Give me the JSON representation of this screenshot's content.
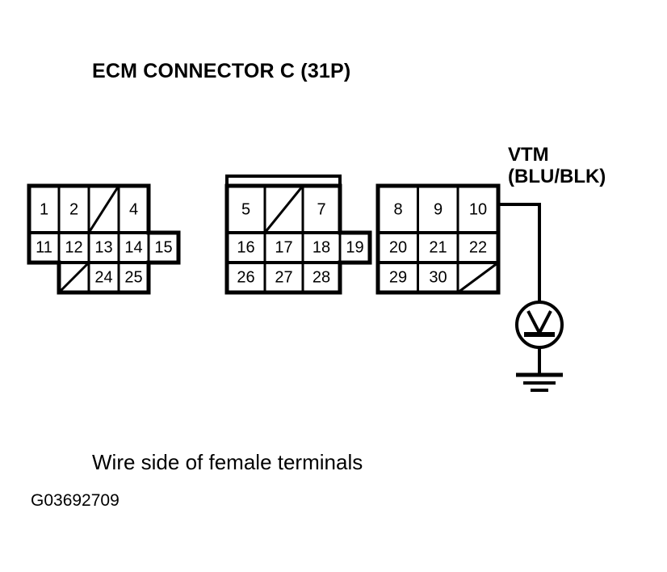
{
  "title": "ECM CONNECTOR C (31P)",
  "caption": "Wire side of female terminals",
  "figure_id": "G03692709",
  "colors": {
    "line": "#000000",
    "background": "#ffffff",
    "text": "#000000"
  },
  "probe": {
    "label_line1": "VTM",
    "label_line2": "(BLU/BLK)",
    "wire_color_code": "BLU/BLK",
    "meter_symbol": "V",
    "meter_type": "voltmeter",
    "ground_symbol": "earth-ground",
    "connected_terminal": "10"
  },
  "connector": {
    "name": "ECM CONNECTOR C",
    "pin_count": "31P",
    "view": "Wire side of female terminals",
    "blocks": [
      {
        "id": "left-block",
        "rows": [
          {
            "id": "top",
            "cells": [
              "1",
              "2",
              "",
              "4"
            ],
            "blank_flags": [
              false,
              false,
              true,
              false
            ]
          },
          {
            "id": "middle",
            "cells": [
              "11",
              "12",
              "13",
              "14",
              "15"
            ],
            "blank_flags": [
              false,
              false,
              false,
              false,
              false
            ]
          },
          {
            "id": "bottom",
            "cells": [
              "",
              "24",
              "25"
            ],
            "blank_flags": [
              true,
              false,
              false
            ]
          }
        ]
      },
      {
        "id": "middle-block",
        "rows": [
          {
            "id": "top",
            "cells": [
              "5",
              "",
              "7"
            ],
            "blank_flags": [
              false,
              true,
              false
            ]
          },
          {
            "id": "middle",
            "cells": [
              "16",
              "17",
              "18",
              "19"
            ],
            "blank_flags": [
              false,
              false,
              false,
              false
            ]
          },
          {
            "id": "bottom",
            "cells": [
              "26",
              "27",
              "28"
            ],
            "blank_flags": [
              false,
              false,
              false
            ]
          }
        ]
      },
      {
        "id": "right-block",
        "rows": [
          {
            "id": "top",
            "cells": [
              "8",
              "9",
              "10"
            ],
            "blank_flags": [
              false,
              false,
              false
            ]
          },
          {
            "id": "middle",
            "cells": [
              "20",
              "21",
              "22"
            ],
            "blank_flags": [
              false,
              false,
              false
            ]
          },
          {
            "id": "bottom",
            "cells": [
              "29",
              "30",
              ""
            ],
            "blank_flags": [
              false,
              false,
              true
            ]
          }
        ]
      }
    ]
  }
}
